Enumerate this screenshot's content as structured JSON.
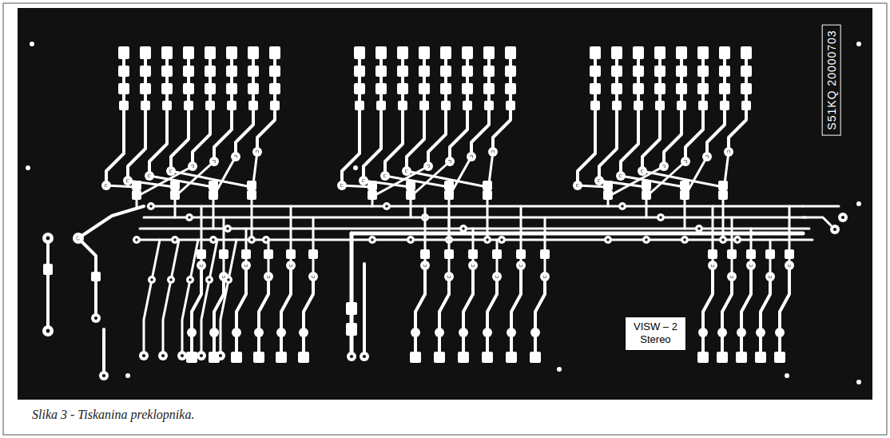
{
  "diagram": {
    "caption": "Slika 3 - Tiskanina preklopnika.",
    "nodes": [
      {
        "text": [
          "VISW – 2",
          "Stereo"
        ]
      }
    ],
    "labels": [
      "S51KQ 20000703"
    ]
  }
}
